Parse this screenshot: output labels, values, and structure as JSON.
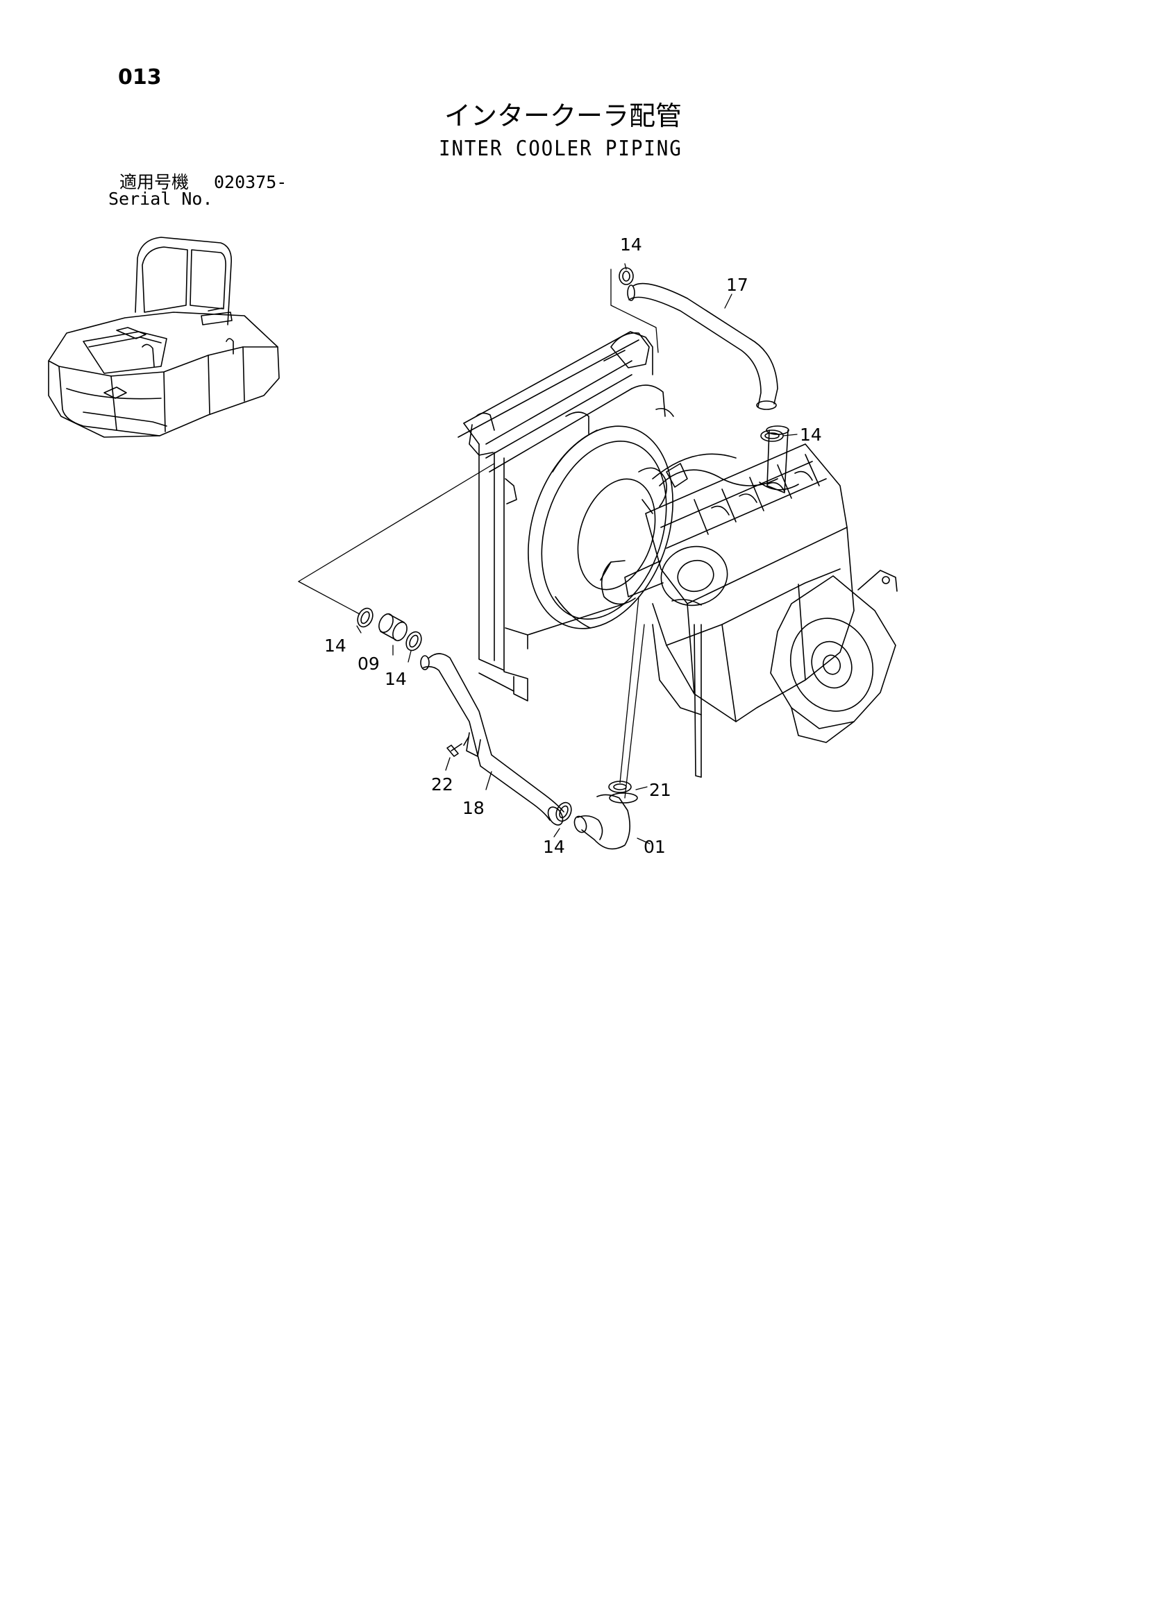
{
  "page_number": "013",
  "title_jp": "インタークーラ配管",
  "title_en": "INTER COOLER PIPING",
  "serial": {
    "label_jp": "適用号機",
    "value": "020375-",
    "label_en": "Serial No."
  },
  "callouts": {
    "c14_top": "14",
    "c17": "17",
    "c14_right": "14",
    "c14_left_a": "14",
    "c09": "09",
    "c14_left_b": "14",
    "c22": "22",
    "c18": "18",
    "c21": "21",
    "c14_bottom": "14",
    "c01": "01"
  }
}
